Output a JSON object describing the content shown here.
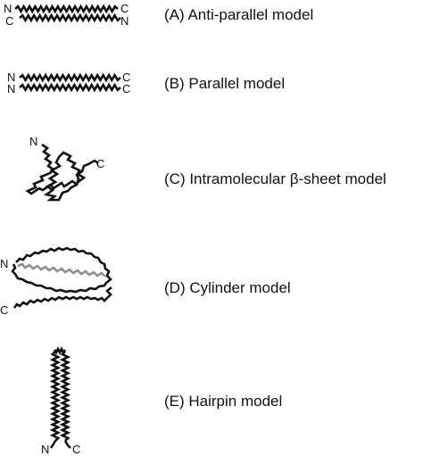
{
  "models": [
    {
      "id": "A",
      "label": "(A) Anti-parallel model",
      "termini": {
        "top_left": "N",
        "top_right": "C",
        "bottom_left": "C",
        "bottom_right": "N"
      }
    },
    {
      "id": "B",
      "label": "(B) Parallel model",
      "termini": {
        "top_left": "N",
        "top_right": "C",
        "bottom_left": "N",
        "bottom_right": "C"
      }
    },
    {
      "id": "C",
      "label": "(C) Intramolecular β-sheet model",
      "termini": {
        "start": "N",
        "end": "C"
      }
    },
    {
      "id": "D",
      "label": "(D) Cylinder  model",
      "termini": {
        "start": "N",
        "end": "C"
      }
    },
    {
      "id": "E",
      "label": "(E) Hairpin  model",
      "termini": {
        "start": "N",
        "end": "C"
      }
    }
  ],
  "colors": {
    "strand": "#111111",
    "inner_strand": "#8f8f8f"
  }
}
